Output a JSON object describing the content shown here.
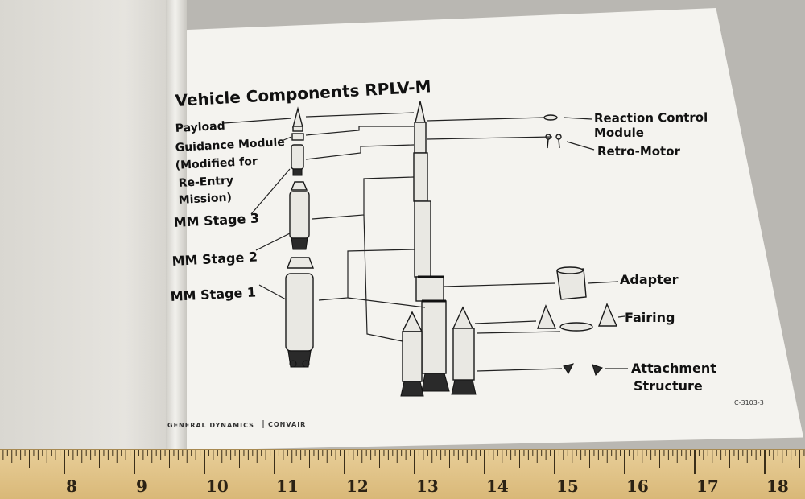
{
  "title": "Vehicle Components  RPLV-M",
  "left_labels": {
    "payload": "Payload",
    "guidance_1": "Guidance Module",
    "guidance_2": "(Modified for",
    "guidance_3": "Re-Entry",
    "guidance_4": "Mission)",
    "stage3": "MM Stage 3",
    "stage2": "MM Stage 2",
    "stage1": "MM Stage 1"
  },
  "right_labels": {
    "rcm_1": "Reaction Control",
    "rcm_2": "Module",
    "retro": "Retro-Motor",
    "adapter": "Adapter",
    "fairing": "Fairing",
    "attach_1": "Attachment",
    "attach_2": "Structure"
  },
  "footer": {
    "brand_left": "GENERAL DYNAMICS",
    "brand_right": "CONVAIR",
    "code": "C-3103-3"
  },
  "ruler": {
    "numbers": [
      "8",
      "9",
      "10",
      "11",
      "12",
      "13",
      "14",
      "15",
      "16",
      "17",
      "18"
    ]
  }
}
